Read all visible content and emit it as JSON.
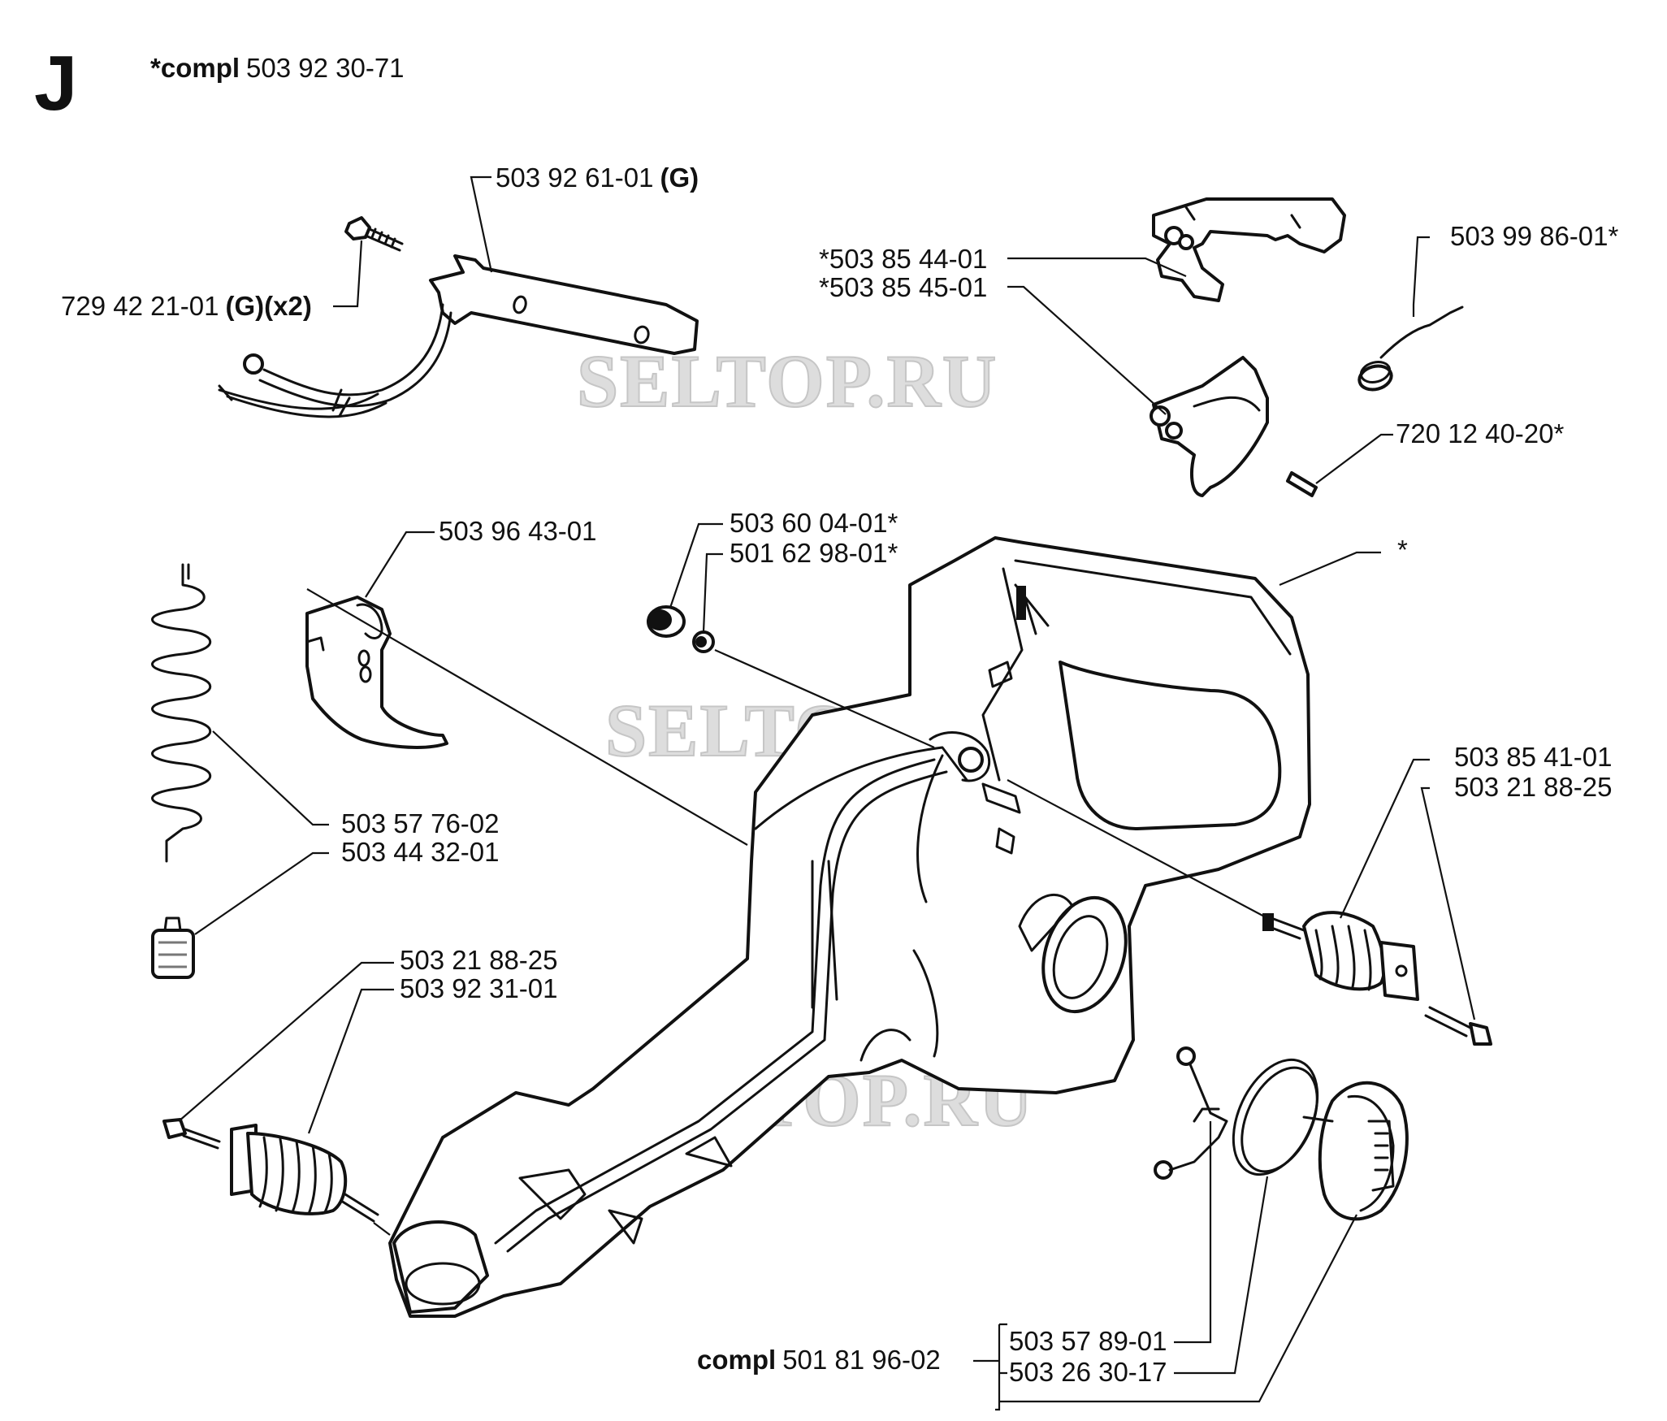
{
  "section_letter": "J",
  "header": {
    "prefix": "*compl",
    "part": "503 92 30-71"
  },
  "watermark": "SELTOP.RU",
  "labels": {
    "bracket": {
      "num": "503 92 61-01",
      "suffix": "(G)"
    },
    "screw": {
      "num": "729 42 21-01",
      "suffix": "(G)(x2)"
    },
    "trigger_a": "*503 85 44-01",
    "trigger_b": "*503 85 45-01",
    "spring": "503 99 86-01*",
    "pin": "720 12 40-20*",
    "throttle": "503 96 43-01",
    "filter_a": "503 60 04-01*",
    "filter_b": "501 62 98-01*",
    "handle": "*",
    "hose": "503 57 76-02",
    "fuel_filter": "503 44 32-01",
    "av_right_a": "503 85 41-01",
    "av_right_b": "503 21 88-25",
    "av_left_a": "503 21 88-25",
    "av_left_b": "503 92 31-01",
    "cap_group": {
      "prefix": "compl",
      "part": "501 81 96-02"
    },
    "cap_a": "503 57 89-01",
    "cap_b": "503 26 30-17"
  }
}
